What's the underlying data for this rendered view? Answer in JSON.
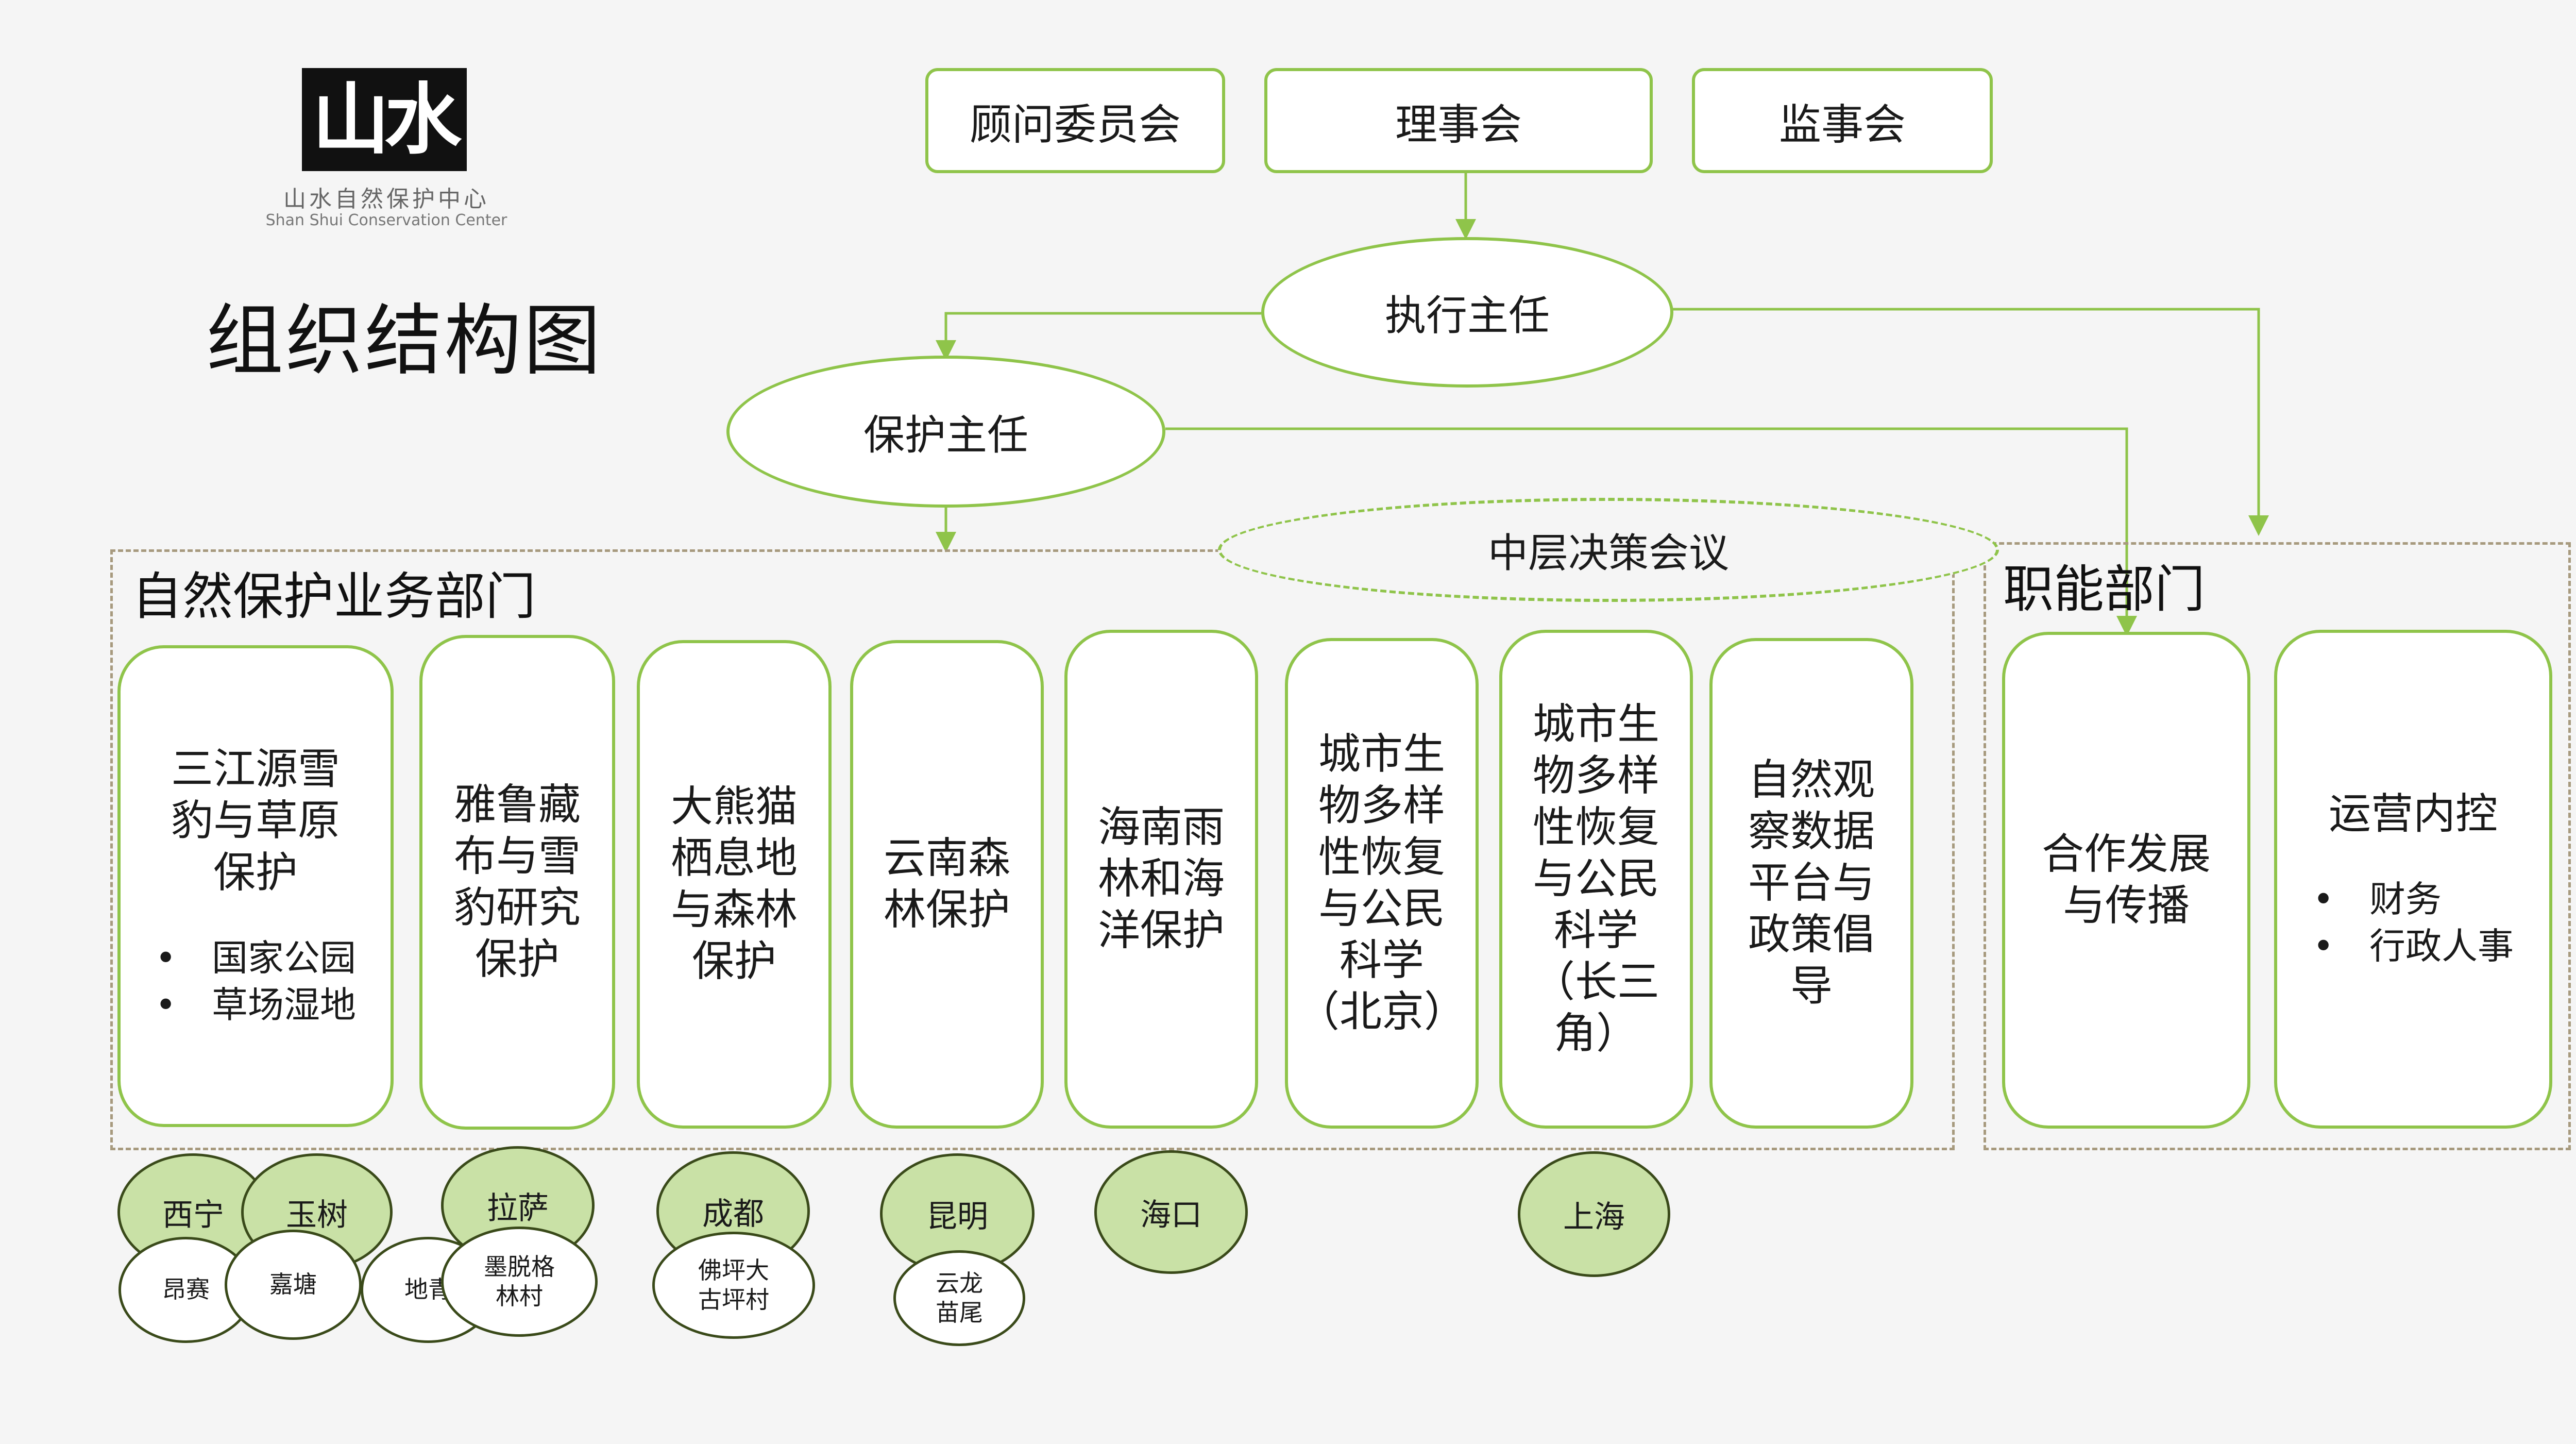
{
  "logo": {
    "mark": "山水",
    "name_cn": "山水自然保护中心",
    "name_en": "Shan Shui Conservation Center"
  },
  "title": "组织结构图",
  "governance": {
    "advisory": "顾问委员会",
    "board": "理事会",
    "supervisory": "监事会"
  },
  "executive_director": "执行主任",
  "conservation_director": "保护主任",
  "middle_meeting": "中层决策会议",
  "conservation_dept": {
    "title": "自然保护业务部门",
    "units": [
      {
        "name": [
          "三江源雪",
          "豹与草原",
          "保护"
        ],
        "bullets": [
          "国家公园",
          "草场湿地"
        ]
      },
      {
        "name": [
          "雅鲁藏",
          "布与雪",
          "豹研究",
          "保护"
        ]
      },
      {
        "name": [
          "大熊猫",
          "栖息地",
          "与森林",
          "保护"
        ]
      },
      {
        "name": [
          "云南森",
          "林保护"
        ]
      },
      {
        "name": [
          "海南雨",
          "林和海",
          "洋保护"
        ]
      },
      {
        "name": [
          "城市生",
          "物多样",
          "性恢复",
          "与公民",
          "科学",
          "（北京）"
        ]
      },
      {
        "name": [
          "城市生",
          "物多样",
          "性恢复",
          "与公民",
          "科学",
          "（长三",
          "角）"
        ]
      },
      {
        "name": [
          "自然观",
          "察数据",
          "平台与",
          "政策倡",
          "导"
        ]
      }
    ]
  },
  "functional_dept": {
    "title": "职能部门",
    "units": [
      {
        "name": [
          "合作发展",
          "与传播"
        ]
      },
      {
        "name": [
          "运营内控"
        ],
        "bullets": [
          "财务",
          "行政人事"
        ]
      }
    ]
  },
  "cities": {
    "xining": "西宁",
    "yushu": "玉树",
    "lhasa": "拉萨",
    "chengdu": "成都",
    "kunming": "昆明",
    "haikou": "海口",
    "shanghai": "上海"
  },
  "towns": {
    "angsai": "昂赛",
    "jiatang": "嘉塘",
    "diqing": "地青",
    "medog": [
      "墨脱格",
      "林村"
    ],
    "foping": [
      "佛坪大",
      "古坪村"
    ],
    "yunlong": [
      "云龙",
      "苗尾"
    ]
  },
  "colors": {
    "accent": "#8fc44a",
    "city_fill": "#c9e1a6",
    "frame": "#a79a7e"
  }
}
